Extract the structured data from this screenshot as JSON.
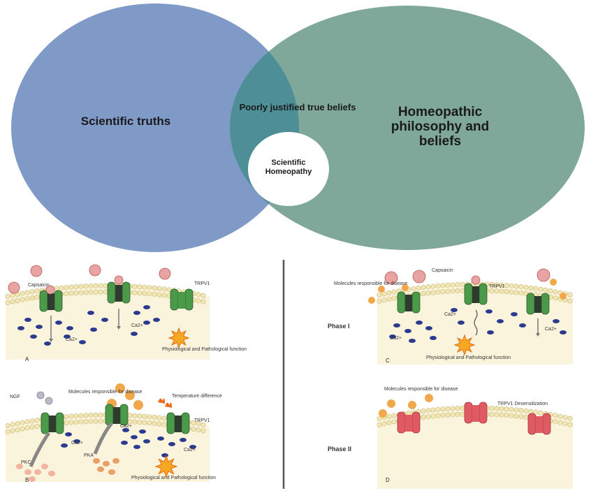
{
  "venn": {
    "left_label": "Scientific truths",
    "overlap_label": "Poorly justified true beliefs",
    "right_label": "Homeopathic philosophy and beliefs",
    "inner_label": "Scientific Homeopathy",
    "colors": {
      "left": "#7f9ac6",
      "right": "#80a89a",
      "overlap": "#4e8e97",
      "inner": "#ffffff"
    }
  },
  "panel_a": {
    "letter": "A",
    "capsaicin": "Capsaicin",
    "trpv1": "TRPV1",
    "ca_left": "Ca2+",
    "ca_mid": "Ca2+",
    "function": "Physiological and Pathological function"
  },
  "panel_b": {
    "letter": "B",
    "ngf": "NGF",
    "molecules": "Molecules responsible for disease",
    "temperature": "Temperature difference",
    "trpv1": "TRPV1",
    "ca_left": "Ca2+",
    "ca_mid": "Ca2+",
    "ca_right": "Ca2+",
    "pkc": "PKC",
    "pka": "PKA",
    "function": "Physiological and Pathological function"
  },
  "panel_c": {
    "letter": "C",
    "phase": "Phase I",
    "capsaicin": "Capsaicin",
    "molecules": "Molecules responsible for disease",
    "trpv1": "TRPV1",
    "ca_mid": "Ca2+",
    "ca_left": "Ca2+",
    "ca_right": "Ca2+",
    "function": "Physiological and Pathological function"
  },
  "panel_d": {
    "letter": "D",
    "phase": "Phase II",
    "molecules": "Molecules responsible for disease",
    "desensitization": "TRPV1 Desensitization"
  }
}
